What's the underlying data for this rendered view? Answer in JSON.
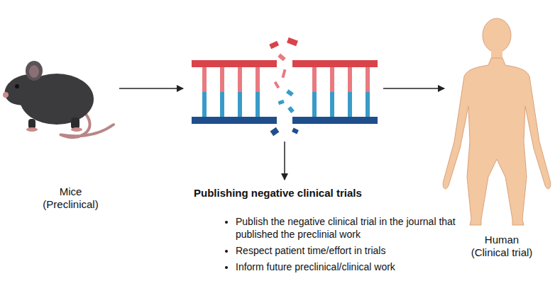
{
  "diagram": {
    "nodes": [
      {
        "text": [
          "Mice (Preclinical)"
        ]
      },
      {
        "text": [
          "Publishing negative clinical trials",
          "Publish the negative clinical trial in the journal that published the preclinial work",
          "Respect patient time/effort in trials",
          "Inform future preclinical/clinical work"
        ]
      },
      {
        "text": [
          "Human (Clinical trial)"
        ]
      }
    ]
  }
}
